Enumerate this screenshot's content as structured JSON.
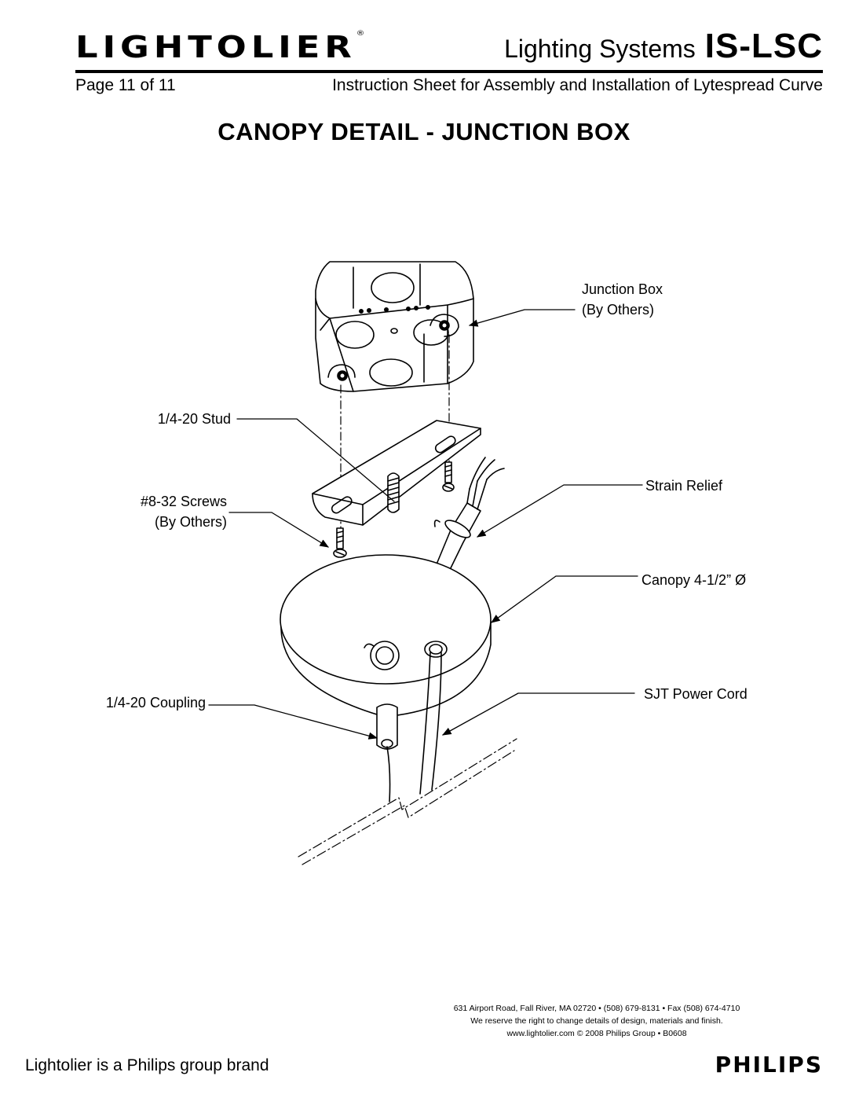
{
  "header": {
    "logo": "LIGHTOLIER",
    "logo_mark": "®",
    "system_prefix": "Lighting Systems",
    "system_code": "IS-LSC",
    "page": "Page 11 of 11",
    "subtitle": "Instruction Sheet for Assembly and Installation of Lytespread Curve"
  },
  "heading": "CANOPY DETAIL - JUNCTION BOX",
  "labels": {
    "junction_box_1": "Junction Box",
    "junction_box_2": "(By Others)",
    "stud": "1/4-20 Stud",
    "screws_1": "#8-32 Screws",
    "screws_2": "(By Others)",
    "strain_relief": "Strain Relief",
    "canopy": "Canopy 4-1/2” Ø",
    "coupling": "1/4-20 Coupling",
    "power_cord": "SJT Power Cord"
  },
  "footer": {
    "address": "631 Airport Road, Fall River, MA 02720 • (508) 679-8131 • Fax (508) 674-4710",
    "disclaimer": "We reserve the right to change details of design, materials and finish.",
    "web": "www.lightolier.com © 2008 Philips Group • B0608",
    "brand_line": "Lightolier is a Philips group brand",
    "philips": "PHILIPS"
  }
}
